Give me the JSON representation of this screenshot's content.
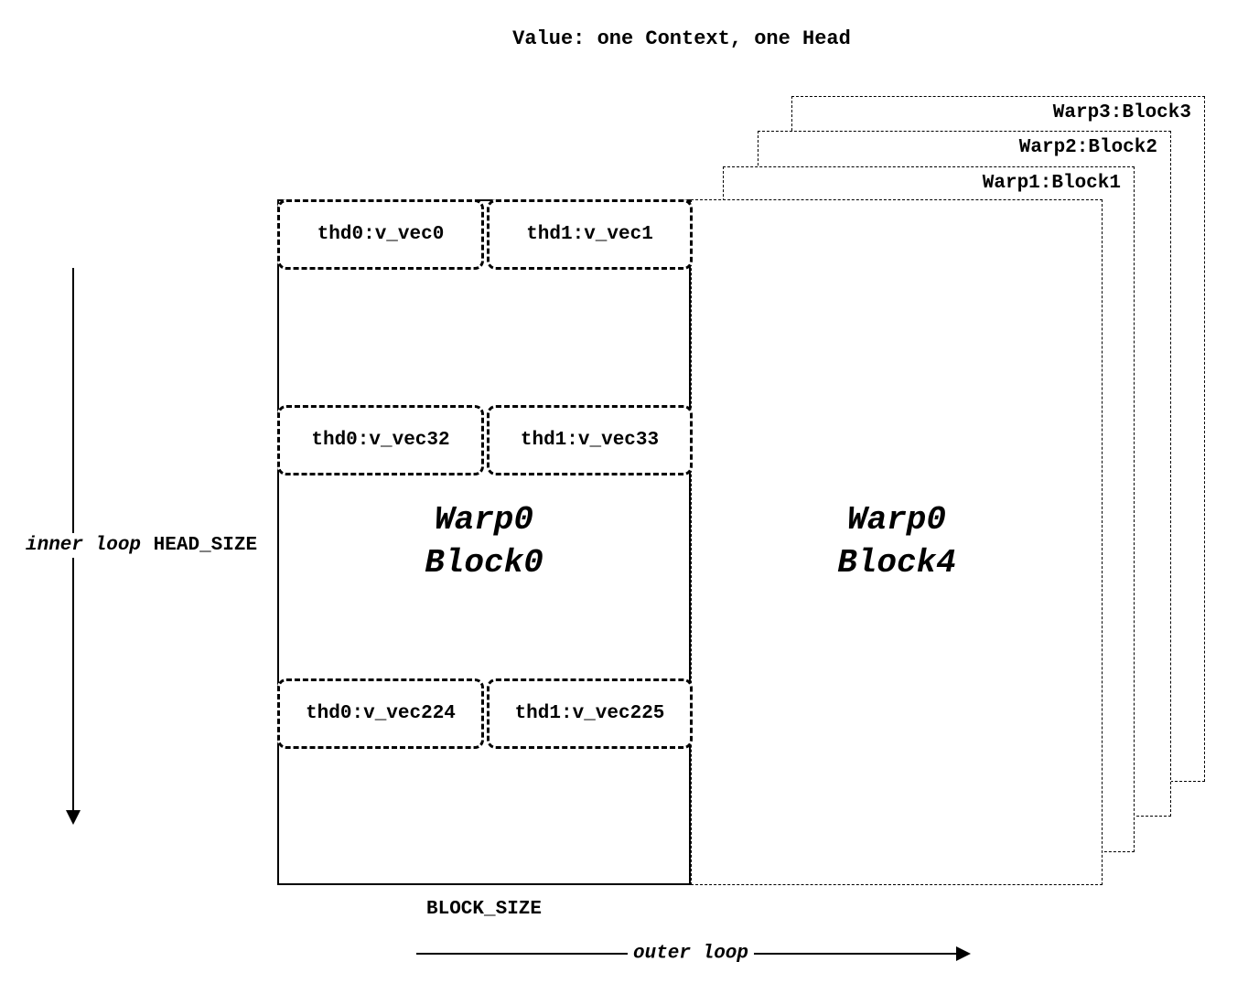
{
  "title": "Value: one Context, one Head",
  "stacked_sheets": [
    {
      "label": "Warp1:Block1"
    },
    {
      "label": "Warp2:Block2"
    },
    {
      "label": "Warp3:Block3"
    }
  ],
  "main_block": {
    "title_line1": "Warp0",
    "title_line2": "Block0",
    "rows": [
      {
        "cells": [
          "thd0:v_vec0",
          "thd1:v_vec1"
        ]
      },
      {
        "cells": [
          "thd0:v_vec32",
          "thd1:v_vec33"
        ]
      },
      {
        "cells": [
          "thd0:v_vec224",
          "thd1:v_vec225"
        ]
      }
    ]
  },
  "block4": {
    "title_line1": "Warp0",
    "title_line2": "Block4"
  },
  "annotations": {
    "inner_loop": "inner loop",
    "head_size": "HEAD_SIZE",
    "block_size": "BLOCK_SIZE",
    "outer_loop": "outer loop"
  },
  "colors": {
    "ink": "#000000",
    "background": "#ffffff"
  }
}
